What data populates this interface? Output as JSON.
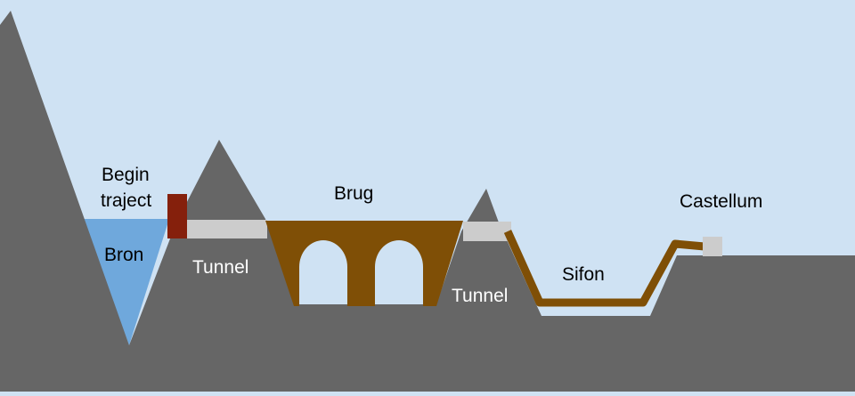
{
  "labels": {
    "begin_line1": "Begin",
    "begin_line2": "traject",
    "source": "Bron",
    "tunnel_1": "Tunnel",
    "bridge": "Brug",
    "tunnel_2": "Tunnel",
    "siphon": "Sifon",
    "castellum": "Castellum"
  },
  "colors": {
    "sky": "#cfe2f3",
    "rock": "#666666",
    "water": "#6fa8dc",
    "bridge": "#7f4f06",
    "tunnel": "#cccccc",
    "begin_block": "#85200c",
    "label_dark": "#000000",
    "label_light": "#ffffff"
  }
}
